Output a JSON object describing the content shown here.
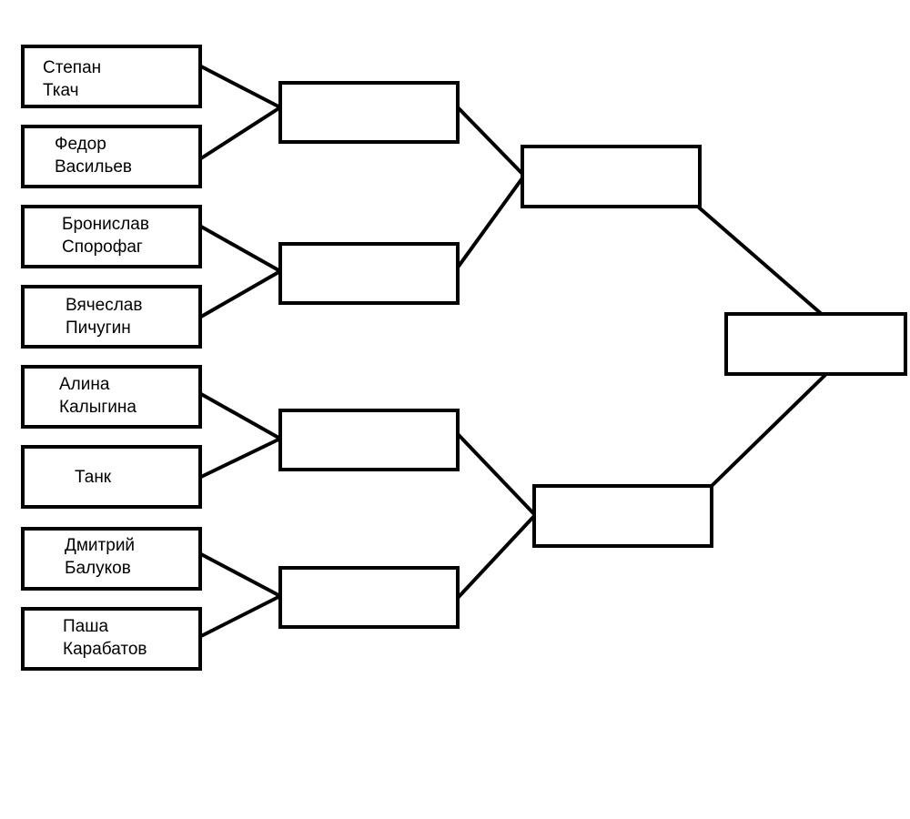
{
  "bracket": {
    "round1": [
      {
        "name": "Степан\nТкач"
      },
      {
        "name": "Федор\nВасильев"
      },
      {
        "name": "Бронислав\nСпорофаг"
      },
      {
        "name": "Вячеслав\nПичугин"
      },
      {
        "name": "Алина\nКалыгина"
      },
      {
        "name": "Танк"
      },
      {
        "name": "Дмитрий\nБалуков"
      },
      {
        "name": "Паша\nКарабатов"
      }
    ],
    "round2": [
      {
        "name": ""
      },
      {
        "name": ""
      },
      {
        "name": ""
      },
      {
        "name": ""
      }
    ],
    "round3": [
      {
        "name": ""
      },
      {
        "name": ""
      }
    ],
    "final": [
      {
        "name": ""
      }
    ]
  },
  "colors": {
    "line": "#000000",
    "box_fill": "#ffffff"
  }
}
